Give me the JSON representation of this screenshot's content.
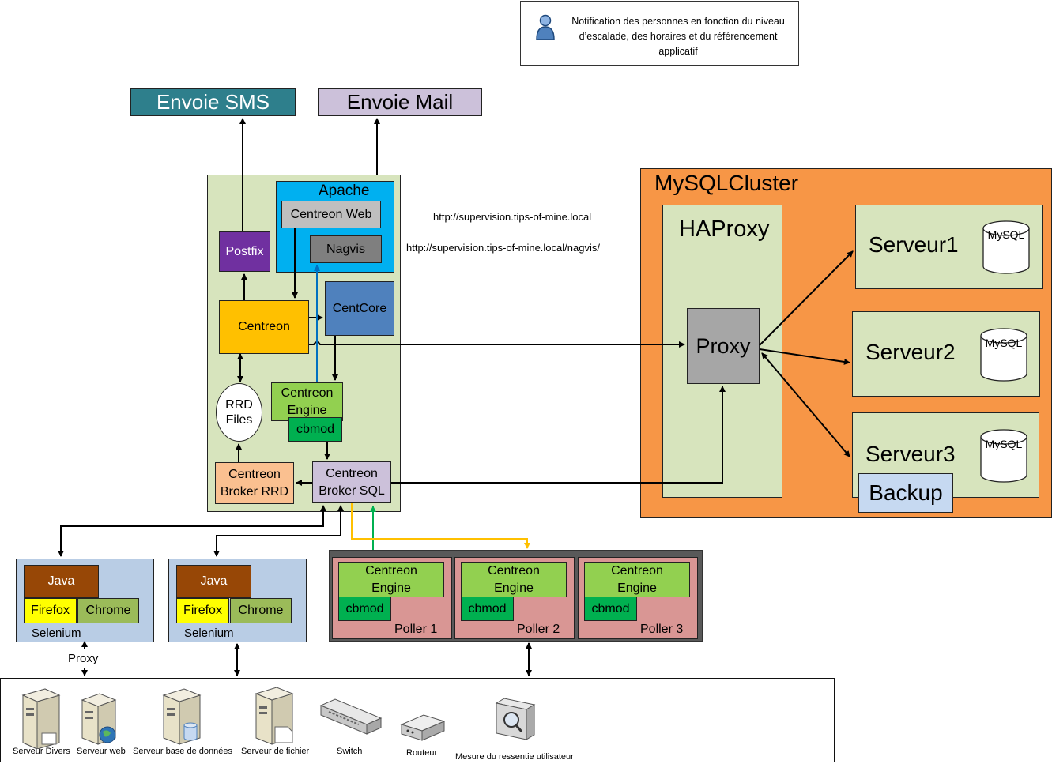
{
  "notification": {
    "icon": "person-icon",
    "text": "Notification des personnes en fonction du niveau d’escalade, des horaires et du référencement applicatif"
  },
  "outputs": {
    "sms": "Envoie SMS",
    "mail": "Envoie Mail"
  },
  "central": {
    "apache": "Apache",
    "centreon_web": "Centreon Web",
    "nagvis": "Nagvis",
    "postfix": "Postfix",
    "centreon": "Centreon",
    "centcore": "CentCore",
    "rrd_files": "RRD Files",
    "engine": "Centreon Engine",
    "cbmod": "cbmod",
    "broker_rrd": "Centreon Broker RRD",
    "broker_sql": "Centreon Broker SQL"
  },
  "urls": [
    "http://supervision.tips-of-mine.local",
    "http://supervision.tips-of-mine.local/nagvis/"
  ],
  "cluster": {
    "title": "MySQLCluster",
    "haproxy": "HAProxy",
    "proxy": "Proxy",
    "servers": [
      "Serveur1",
      "Serveur2",
      "Serveur3"
    ],
    "db_label": "MySQL",
    "backup": "Backup"
  },
  "selenium": [
    {
      "java": "Java",
      "firefox": "Firefox",
      "chrome": "Chrome",
      "label": "Selenium"
    },
    {
      "java": "Java",
      "firefox": "Firefox",
      "chrome": "Chrome",
      "label": "Selenium"
    }
  ],
  "proxy_label": "Proxy",
  "pollers": [
    {
      "engine": "Centreon Engine",
      "cbmod": "cbmod",
      "label": "Poller 1"
    },
    {
      "engine": "Centreon Engine",
      "cbmod": "cbmod",
      "label": "Poller 2"
    },
    {
      "engine": "Centreon Engine",
      "cbmod": "cbmod",
      "label": "Poller 3"
    }
  ],
  "devices": [
    {
      "label": "Serveur Divers",
      "icon": "server-tower-icon"
    },
    {
      "label": "Serveur web",
      "icon": "web-server-icon"
    },
    {
      "label": "Serveur base de données",
      "icon": "database-server-icon"
    },
    {
      "label": "Serveur de fichier",
      "icon": "file-server-icon"
    },
    {
      "label": "Switch",
      "icon": "switch-icon"
    },
    {
      "label": "Routeur",
      "icon": "router-icon"
    },
    {
      "label": "Mesure du ressentie utilisateur",
      "icon": "user-experience-monitor-icon"
    }
  ],
  "colors": {
    "sms": "#2e7f8c",
    "mail": "#ccc1da",
    "central_bg": "#d7e4bd",
    "apache": "#00b0f0",
    "centreon_web": "#bfbfbf",
    "nagvis": "#7f7f7f",
    "postfix": "#7030a0",
    "centreon": "#ffc000",
    "centcore": "#4f81bd",
    "engine": "#92d050",
    "cbmod": "#00b050",
    "broker_rrd": "#fac090",
    "broker_sql": "#ccc1da",
    "cluster": "#f79646",
    "proxy": "#a6a6a6",
    "backup": "#c6d9f1",
    "selenium": "#b9cde5",
    "java": "#974706",
    "firefox": "#ffff00",
    "chrome": "#9bbb59",
    "poller": "#d99694",
    "poller_frame": "#595959",
    "arrow_blue": "#0070c0",
    "arrow_green": "#00b050",
    "arrow_yellow": "#ffc000"
  }
}
